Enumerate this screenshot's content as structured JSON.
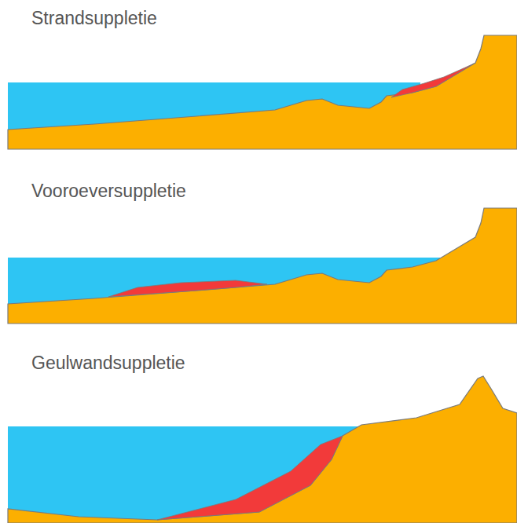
{
  "diagram": {
    "labels": [
      "Strandsuppletie",
      "Vooroeversuppletie",
      "Geulwandsuppletie"
    ]
  }
}
